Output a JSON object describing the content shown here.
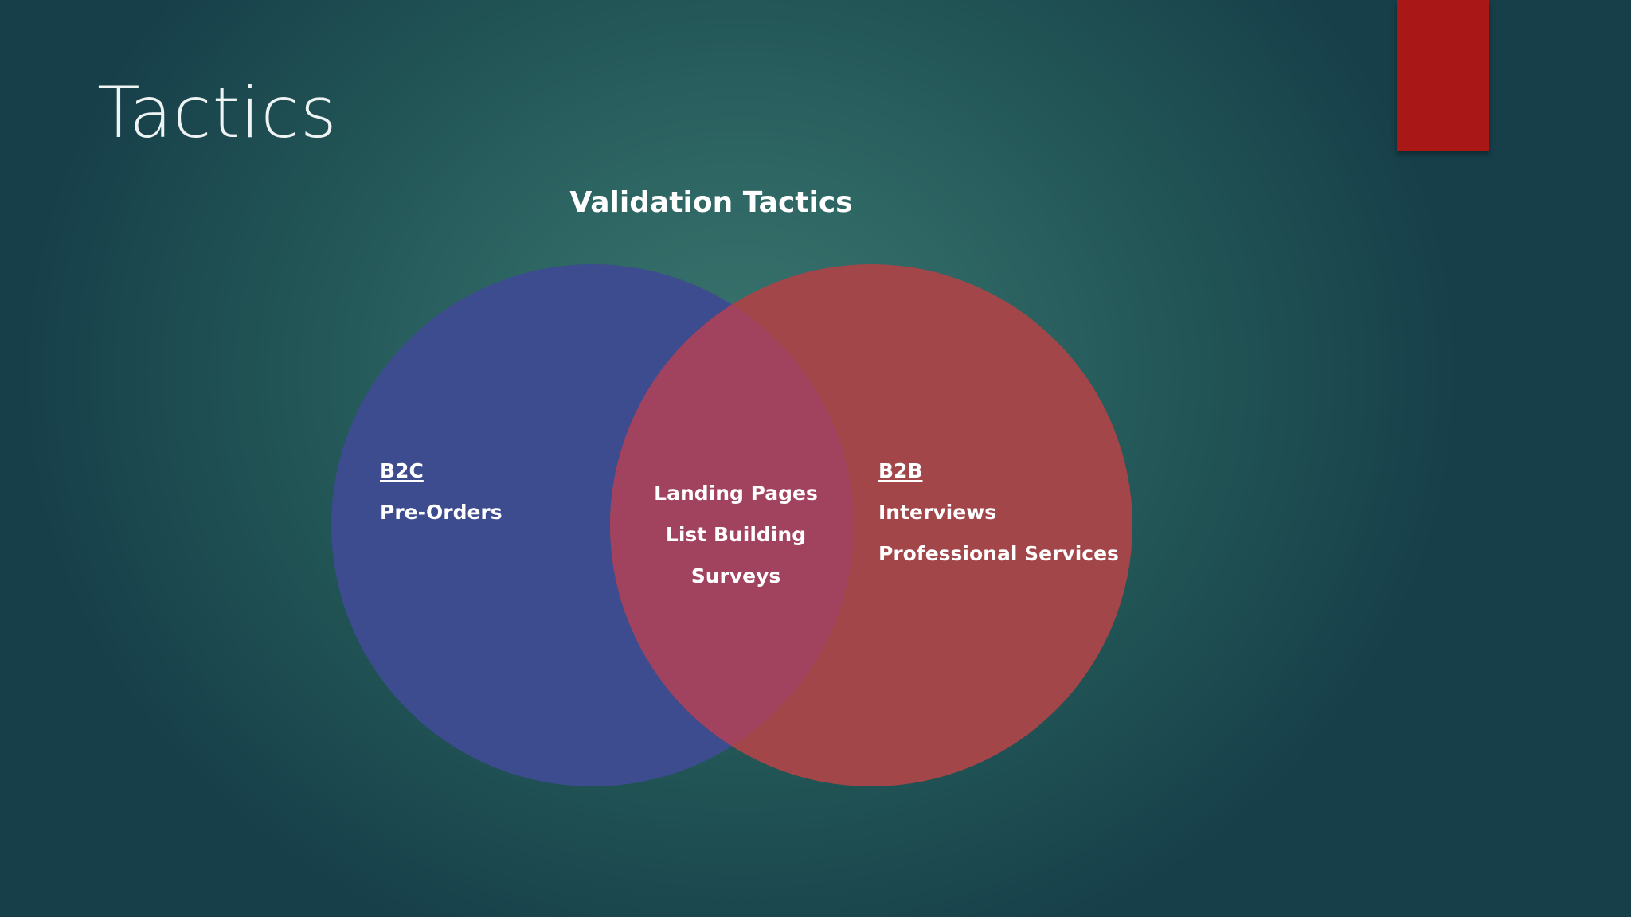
{
  "slide": {
    "title": "Tactics",
    "accent_color": "#a91717"
  },
  "diagram": {
    "title": "Validation Tactics",
    "colors": {
      "left_circle": "#3c4c8e",
      "right_circle": "#a24649",
      "overlap": "#a1425f"
    },
    "left_set": {
      "heading": "B2C",
      "items": [
        "Pre-Orders"
      ]
    },
    "overlap": {
      "items": [
        "Landing Pages",
        "List Building",
        "Surveys"
      ]
    },
    "right_set": {
      "heading": "B2B",
      "items": [
        "Interviews",
        "Professional Services"
      ]
    }
  }
}
